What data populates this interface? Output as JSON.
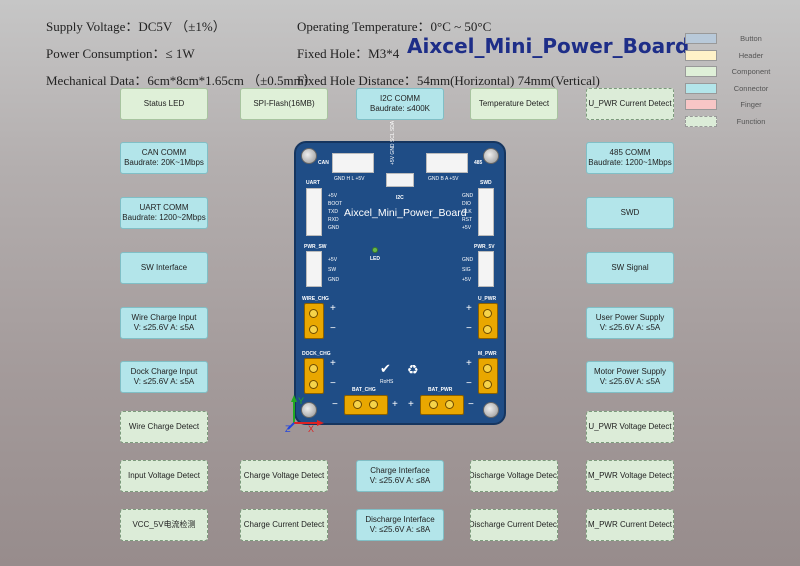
{
  "specs": {
    "supply_voltage": "Supply Voltage：DC5V （±1%）",
    "power_consumption": "Power Consumption：≤ 1W",
    "mechanical_data": "Mechanical Data：6cm*8cm*1.65cm （±0.5mm）",
    "operating_temperature": "Operating Temperature：0°C ~ 50°C",
    "fixed_hole": "Fixed Hole：M3*4",
    "fixed_hole_distance": "Fixed Hole Distance：54mm(Horizontal)  74mm(Vertical)"
  },
  "title": "Aixcel_Mini_Power_Board",
  "legend": [
    {
      "label": "Button",
      "color": "#b8c9d9"
    },
    {
      "label": "Header",
      "color": "#fff2c8"
    },
    {
      "label": "Component",
      "color": "#dff0d8"
    },
    {
      "label": "Connector",
      "color": "#b3e5ea"
    },
    {
      "label": "Finger",
      "color": "#f8c6c6"
    },
    {
      "label": "Function",
      "color": "#dcecd8"
    }
  ],
  "boxes": {
    "status_led": [
      "Status LED"
    ],
    "spi_flash": [
      "SPI-Flash(16MB)"
    ],
    "i2c_comm": [
      "I2C COMM",
      "Baudrate: ≤400K"
    ],
    "temperature_detect": [
      "Temperature Detect"
    ],
    "u_pwr_current_detect": [
      "U_PWR Current Detect"
    ],
    "can_comm": [
      "CAN COMM",
      "Baudrate: 20K~1Mbps"
    ],
    "comm_485": [
      "485 COMM",
      "Baudrate: 1200~1Mbps"
    ],
    "uart_comm": [
      "UART COMM",
      "Baudrate: 1200~2Mbps"
    ],
    "swd": [
      "SWD"
    ],
    "sw_interface": [
      "SW Interface"
    ],
    "sw_signal": [
      "SW Signal"
    ],
    "wire_charge_input": [
      "Wire Charge Input",
      "V: ≤25.6V   A: ≤5A"
    ],
    "user_power_supply": [
      "User Power Supply",
      "V: ≤25.6V   A: ≤5A"
    ],
    "dock_charge_input": [
      "Dock Charge Input",
      "V: ≤25.6V   A: ≤5A"
    ],
    "motor_power_supply": [
      "Motor Power Supply",
      "V: ≤25.6V   A: ≤5A"
    ],
    "wire_charge_detect": [
      "Wire Charge Detect"
    ],
    "u_pwr_voltage_detect": [
      "U_PWR Voltage Detect"
    ],
    "input_voltage_detect": [
      "Input Voltage Detect"
    ],
    "charge_voltage_detect": [
      "Charge Voltage Detect"
    ],
    "charge_interface": [
      "Charge Interface",
      "V: ≤25.6V   A: ≤8A"
    ],
    "discharge_voltage_detect": [
      "Discharge Voltage Detect"
    ],
    "m_pwr_voltage_detect": [
      "M_PWR Voltage Detect"
    ],
    "vcc_5v_current_detect": [
      "VCC_5V电流检测"
    ],
    "charge_current_detect": [
      "Charge Current Detect"
    ],
    "discharge_interface": [
      "Discharge Interface",
      "V: ≤25.6V   A: ≤8A"
    ],
    "discharge_current_detect": [
      "Discharge Current Detect"
    ],
    "m_pwr_current_detect": [
      "M_PWR Current Detect"
    ]
  },
  "board": {
    "title": "Aixcel_Mini_Power_Board",
    "labels": {
      "can": "CAN",
      "can_pins": "GND  H   L  +5V",
      "l485": "485",
      "p485_pins": "GND  B   A  +5V",
      "i2c": "I2C",
      "i2c_pins": "+5V GND SCL SDA",
      "uart": "UART",
      "uart_pins": [
        "+5V",
        "BOOT",
        "TXD",
        "RXD",
        "GND"
      ],
      "swd": "SWD",
      "swd_pins": [
        "GND",
        "DIO",
        "CLK",
        "RST",
        "+5V"
      ],
      "pwr_sw": "PWR_SW",
      "pwr_sw_pins": [
        "+5V",
        "SW",
        "GND"
      ],
      "pwr_5v": "PWR_5V",
      "pwr_5v_pins": [
        "GND",
        "SIG",
        "+5V"
      ],
      "led": "LED",
      "wire_chg": "WIRE_CHG",
      "dock_chg": "DOCK_CHG",
      "u_pwr": "U_PWR",
      "m_pwr": "M_PWR",
      "bat_chg": "BAT_CHG",
      "bat_pwr": "BAT_PWR",
      "rohs": "RoHS",
      "plus": "+",
      "minus": "−",
      "axis_x": "X",
      "axis_y": "Y",
      "axis_z": "Z"
    }
  }
}
